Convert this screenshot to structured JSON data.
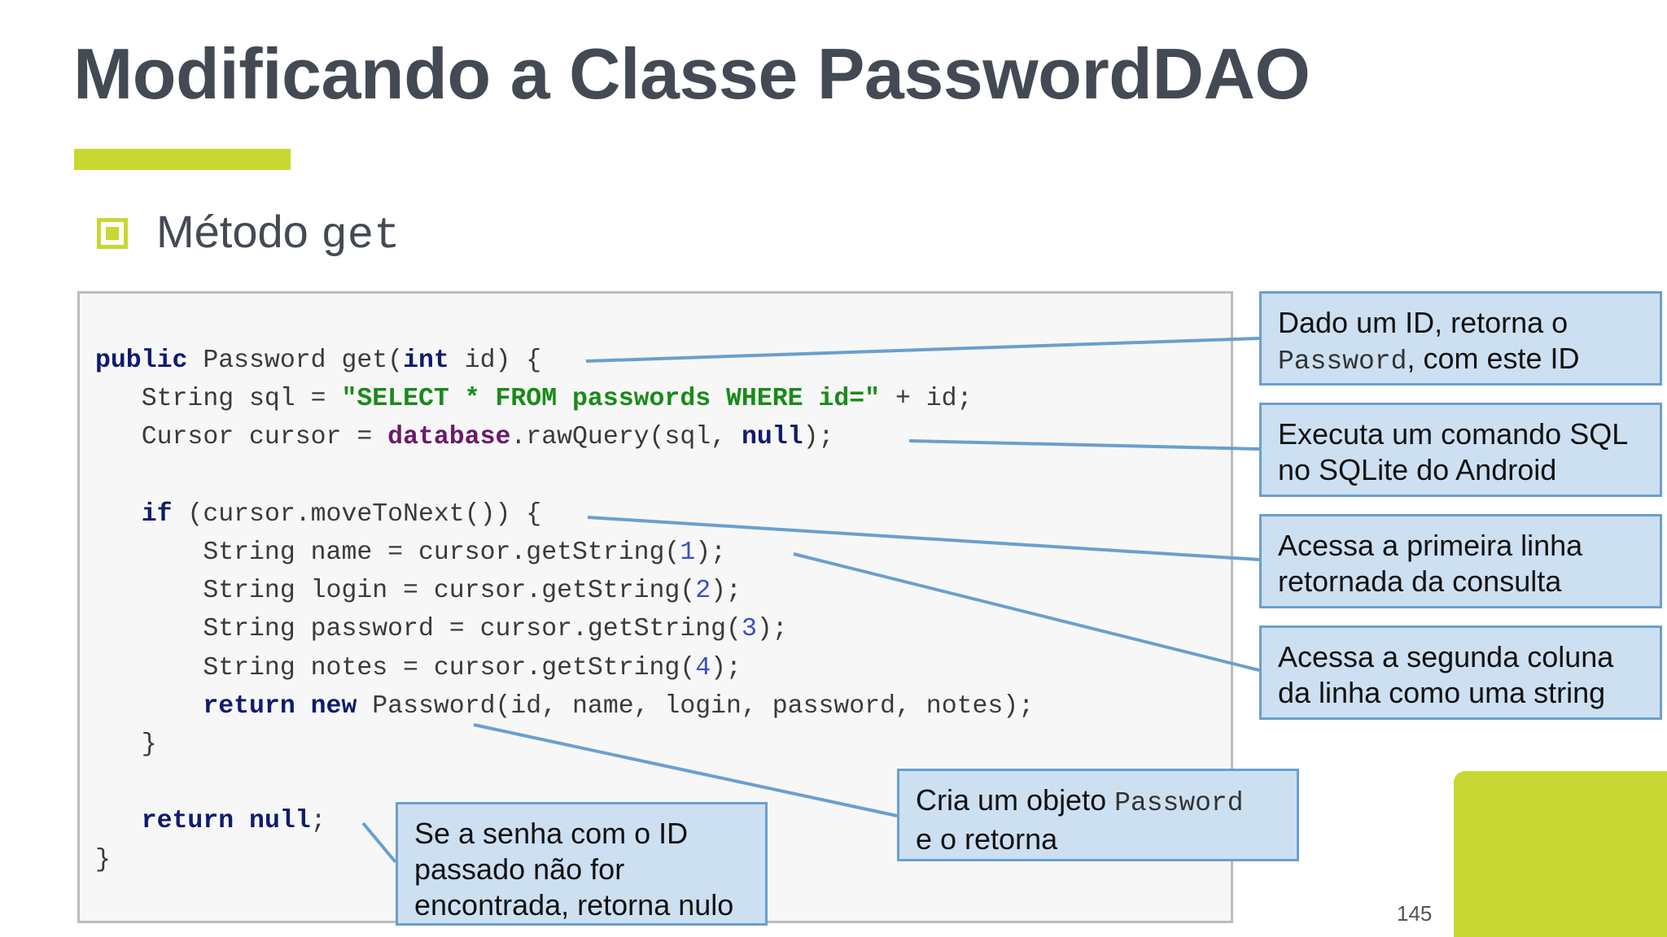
{
  "slide": {
    "title": "Modificando a Classe PasswordDAO",
    "subtitle_text": "Método",
    "subtitle_code": "get",
    "page_number": "145",
    "colors": {
      "accent": "#c8d832",
      "title": "#434a54",
      "callout_bg": "#cde0f2",
      "callout_border": "#6a9fd0"
    }
  },
  "code": {
    "l1": {
      "kw1": "public",
      "t1": " Password get(",
      "kw2": "int",
      "t2": " id) {"
    },
    "l2": {
      "t1": "   String sql = ",
      "str": "\"SELECT * FROM passwords WHERE id=\"",
      "t2": " + id;"
    },
    "l3": {
      "t1": "   Cursor cursor = ",
      "fld": "database",
      "t2": ".rawQuery(sql, ",
      "kw": "null",
      "t3": ");"
    },
    "l5": {
      "indent": "   ",
      "kw": "if",
      "t1": " (cursor.moveToNext()) {"
    },
    "l6": {
      "t1": "       String name = cursor.getString(",
      "num": "1",
      "t2": ");"
    },
    "l7": {
      "t1": "       String login = cursor.getString(",
      "num": "2",
      "t2": ");"
    },
    "l8": {
      "t1": "       String password = cursor.getString(",
      "num": "3",
      "t2": ");"
    },
    "l9": {
      "t1": "       String notes = cursor.getString(",
      "num": "4",
      "t2": ");"
    },
    "l10": {
      "indent": "       ",
      "kw1": "return",
      "sp": " ",
      "kw2": "new",
      "t1": " Password(id, name, login, password, notes);"
    },
    "l11": "   }",
    "l13": {
      "indent": "   ",
      "kw1": "return",
      "sp": " ",
      "kw2": "null",
      "t1": ";"
    },
    "l14": "}"
  },
  "callouts": {
    "c1": {
      "text1": "Dado um ID, retorna o",
      "mono": "Password",
      "text2": ", com este ID"
    },
    "c2": {
      "line1": "Executa um comando SQL",
      "line2": "no SQLite do Android"
    },
    "c3": {
      "line1": "Acessa a primeira linha",
      "line2": "retornada da consulta"
    },
    "c4": {
      "line1": "Acessa a segunda coluna",
      "line2": "da linha como uma string"
    },
    "c5": {
      "text1": "Cria um objeto ",
      "mono": "Password",
      "text2": "e o retorna"
    },
    "c6": {
      "line1": "Se a senha com o ID",
      "line2": "passado não for",
      "line3": "encontrada, retorna nulo"
    }
  }
}
